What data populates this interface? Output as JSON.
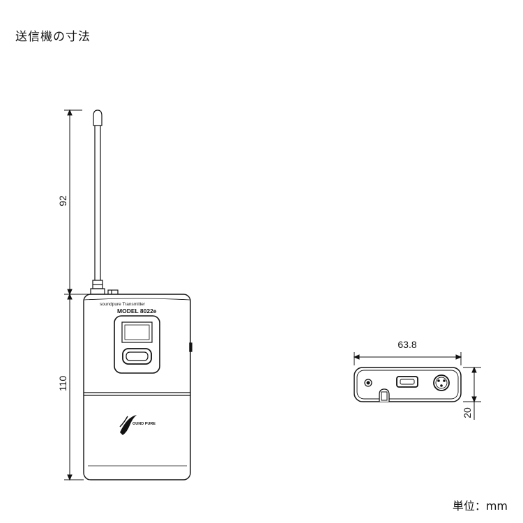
{
  "title": "送信機の寸法",
  "unit_label": "単位：mm",
  "dimensions": {
    "antenna_height": "92",
    "body_height": "110",
    "width": "63.8",
    "depth": "20"
  },
  "device": {
    "brand_line": "soundpure Transmitter",
    "model": "MODEL 8022e",
    "logo_text": "OUND PURE"
  }
}
